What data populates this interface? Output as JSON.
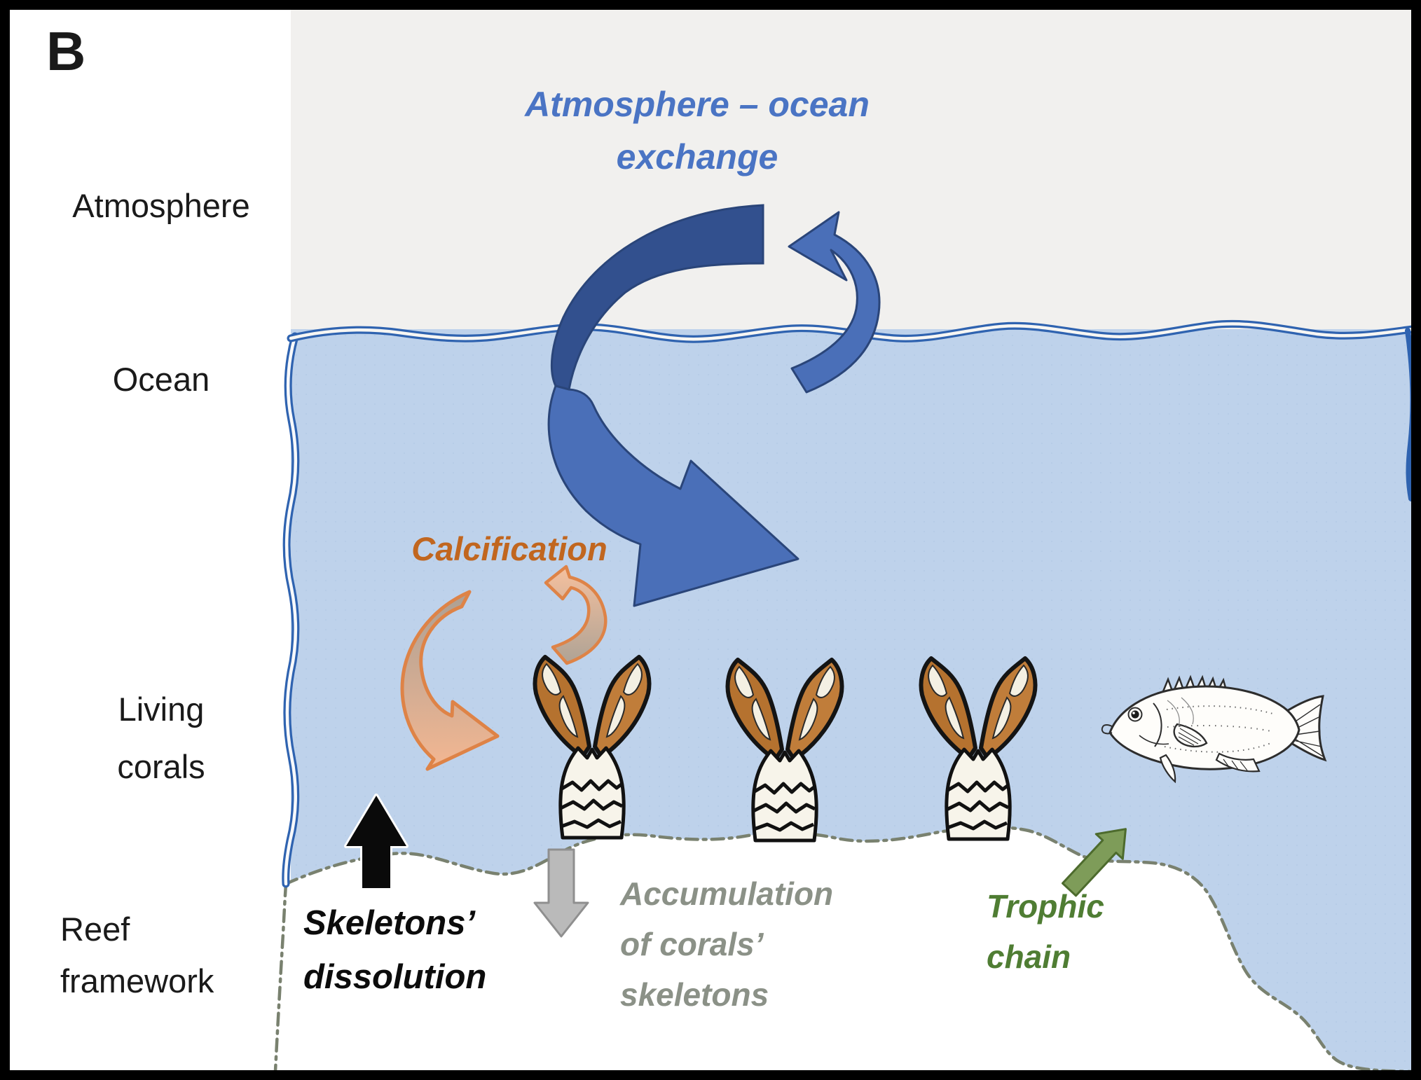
{
  "figure": {
    "panel_label": "B",
    "zones": {
      "atmosphere": "Atmosphere",
      "ocean": "Ocean",
      "living_corals": {
        "line1": "Living",
        "line2": "corals"
      },
      "reef_framework": {
        "line1": "Reef",
        "line2": "framework"
      }
    },
    "processes": {
      "atmosphere_ocean_exchange": {
        "line1": "Atmosphere – ocean",
        "line2": "exchange",
        "color": "#4a74c4"
      },
      "calcification": {
        "label": "Calcification",
        "color": "#c1661f"
      },
      "skeletons_dissolution": {
        "line1": "Skeletons’",
        "line2": "dissolution",
        "color": "#0c0c0c"
      },
      "accumulation_of_corals_skeletons": {
        "line1": "Accumulation",
        "line2": "of corals’",
        "line3": "skeletons",
        "color": "#8b9187"
      },
      "trophic_chain": {
        "line1": "Trophic",
        "line2": "chain",
        "color": "#4f7d33"
      }
    },
    "palette": {
      "frame_border": "#000000",
      "atmosphere_bg": "#f1f0ee",
      "ocean_bg": "#bed2eb",
      "waterline_blue": "#2f63b0",
      "exchange_arrow_dark_blue": "#32508e",
      "exchange_arrow_light_blue": "#4a6fb8",
      "calcification_arrow_orange": "#de8347",
      "dissolution_arrow_black": "#0a0a0a",
      "accumulation_arrow_gray": "#bababa",
      "trophic_arrow_green": "#7e9c59",
      "coral_brown": "#b5722f",
      "coral_cream": "#f4f0e3",
      "reef_boundary_gray": "#79816f"
    }
  }
}
